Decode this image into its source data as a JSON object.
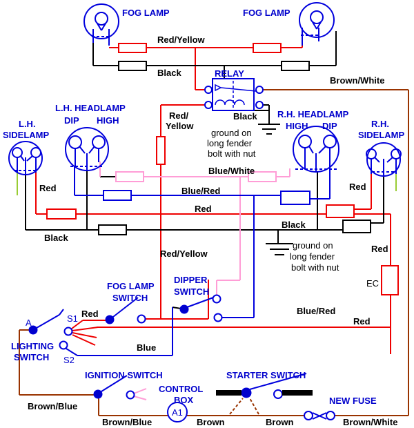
{
  "colors": {
    "wire_red": "#ee0000",
    "wire_black": "#000000",
    "wire_blue": "#0000dd",
    "wire_pink": "#ff9dd6",
    "wire_brown": "#993300",
    "wire_green": "#99cc33",
    "label_blue": "#0000cc",
    "label_black": "#000000"
  },
  "components": {
    "fog_lamp_left": {
      "label": "FOG LAMP"
    },
    "fog_lamp_right": {
      "label": "FOG LAMP"
    },
    "relay": {
      "label": "RELAY"
    },
    "lh_headlamp": {
      "label": "L.H. HEADLAMP",
      "dip": "DIP",
      "high": "HIGH"
    },
    "rh_headlamp": {
      "label": "R.H. HEADLAMP",
      "high": "HIGH",
      "dip": "DIP"
    },
    "lh_sidelamp": {
      "line1": "L.H.",
      "line2": "SIDELAMP"
    },
    "rh_sidelamp": {
      "line1": "R.H.",
      "line2": "SIDELAMP"
    },
    "fog_lamp_switch": {
      "line1": "FOG LAMP",
      "line2": "SWITCH"
    },
    "dipper_switch": {
      "line1": "DIPPER",
      "line2": "SWITCH"
    },
    "lighting_switch": {
      "line1": "LIGHTING",
      "line2": "SWITCH"
    },
    "ignition_switch": {
      "label": "IGNITION  SWITCH"
    },
    "control_box": {
      "line1": "CONTROL",
      "line2": "BOX",
      "terminal": "A1"
    },
    "starter_switch": {
      "label": "STARTER  SWITCH"
    },
    "new_fuse": {
      "label": "NEW FUSE"
    },
    "terminals": {
      "a": "A",
      "s1": "S1",
      "s2": "S2",
      "ec": "EC"
    }
  },
  "wire_labels": {
    "red_yellow_top": "Red/Yellow",
    "black_top": "Black",
    "brown_white_top": "Brown/White",
    "red_yellow_mid_line1": "Red/",
    "red_yellow_mid_line2": "Yellow",
    "black_relay": "Black",
    "blue_white": "Blue/White",
    "red_lh_sidelamp": "Red",
    "blue_red_headlamps": "Blue/Red",
    "red_sidelamp_row": "Red",
    "black_ground_left": "Black",
    "black_ground_right": "Black",
    "red_rh_sidelamp": "Red",
    "red_yellow_vertical": "Red/Yellow",
    "red_ec_upper": "Red",
    "red_fog_switch": "Red",
    "blue_red_dipper": "Blue/Red",
    "red_lighting_row": "Red",
    "blue_lighting": "Blue",
    "brown_blue_left": "Brown/Blue",
    "brown_blue_bottom": "Brown/Blue",
    "brown_control": "Brown",
    "brown_starter": "Brown",
    "brown_white_bottom": "Brown/White"
  },
  "ground_note": {
    "line1": "ground on",
    "line2": "long fender",
    "line3": "bolt with nut"
  }
}
